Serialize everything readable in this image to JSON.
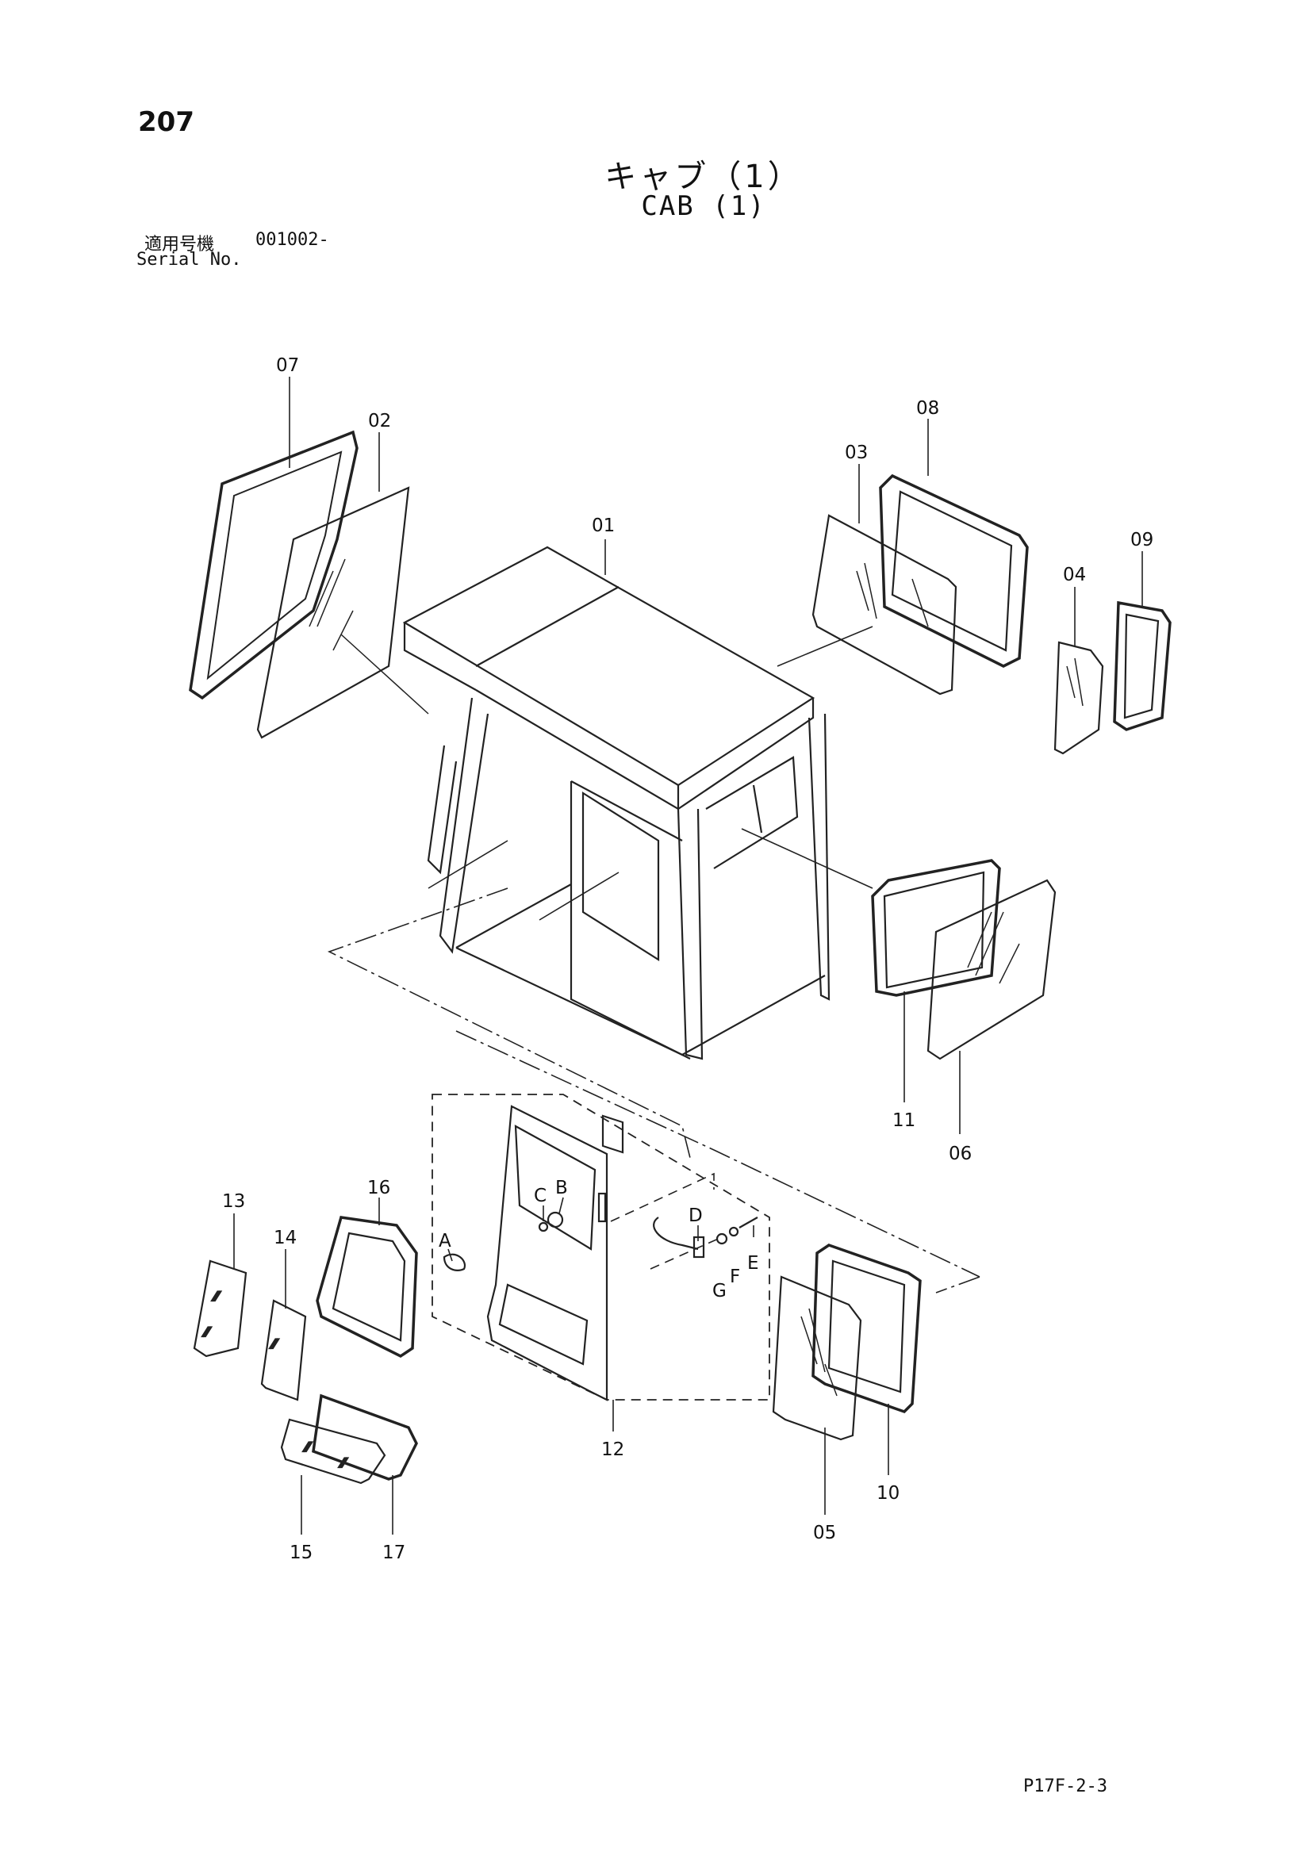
{
  "header": {
    "page_number": "207",
    "title_jp": "キャブ（1）",
    "title_en": "CAB (1)",
    "serial_label_jp": "適用号機",
    "serial_value": "001002-",
    "serial_label_en": "Serial No."
  },
  "footer": {
    "ref_code": "P17F-2-3"
  },
  "callouts": {
    "p01": "01",
    "p02": "02",
    "p03": "03",
    "p04": "04",
    "p05": "05",
    "p06": "06",
    "p07": "07",
    "p08": "08",
    "p09": "09",
    "p10": "10",
    "p11": "11",
    "p12": "12",
    "p13": "13",
    "p14": "14",
    "p15": "15",
    "p16": "16",
    "p17": "17",
    "a": "A",
    "b": "B",
    "c": "C",
    "d": "D",
    "e": "E",
    "f": "F",
    "g": "G"
  }
}
